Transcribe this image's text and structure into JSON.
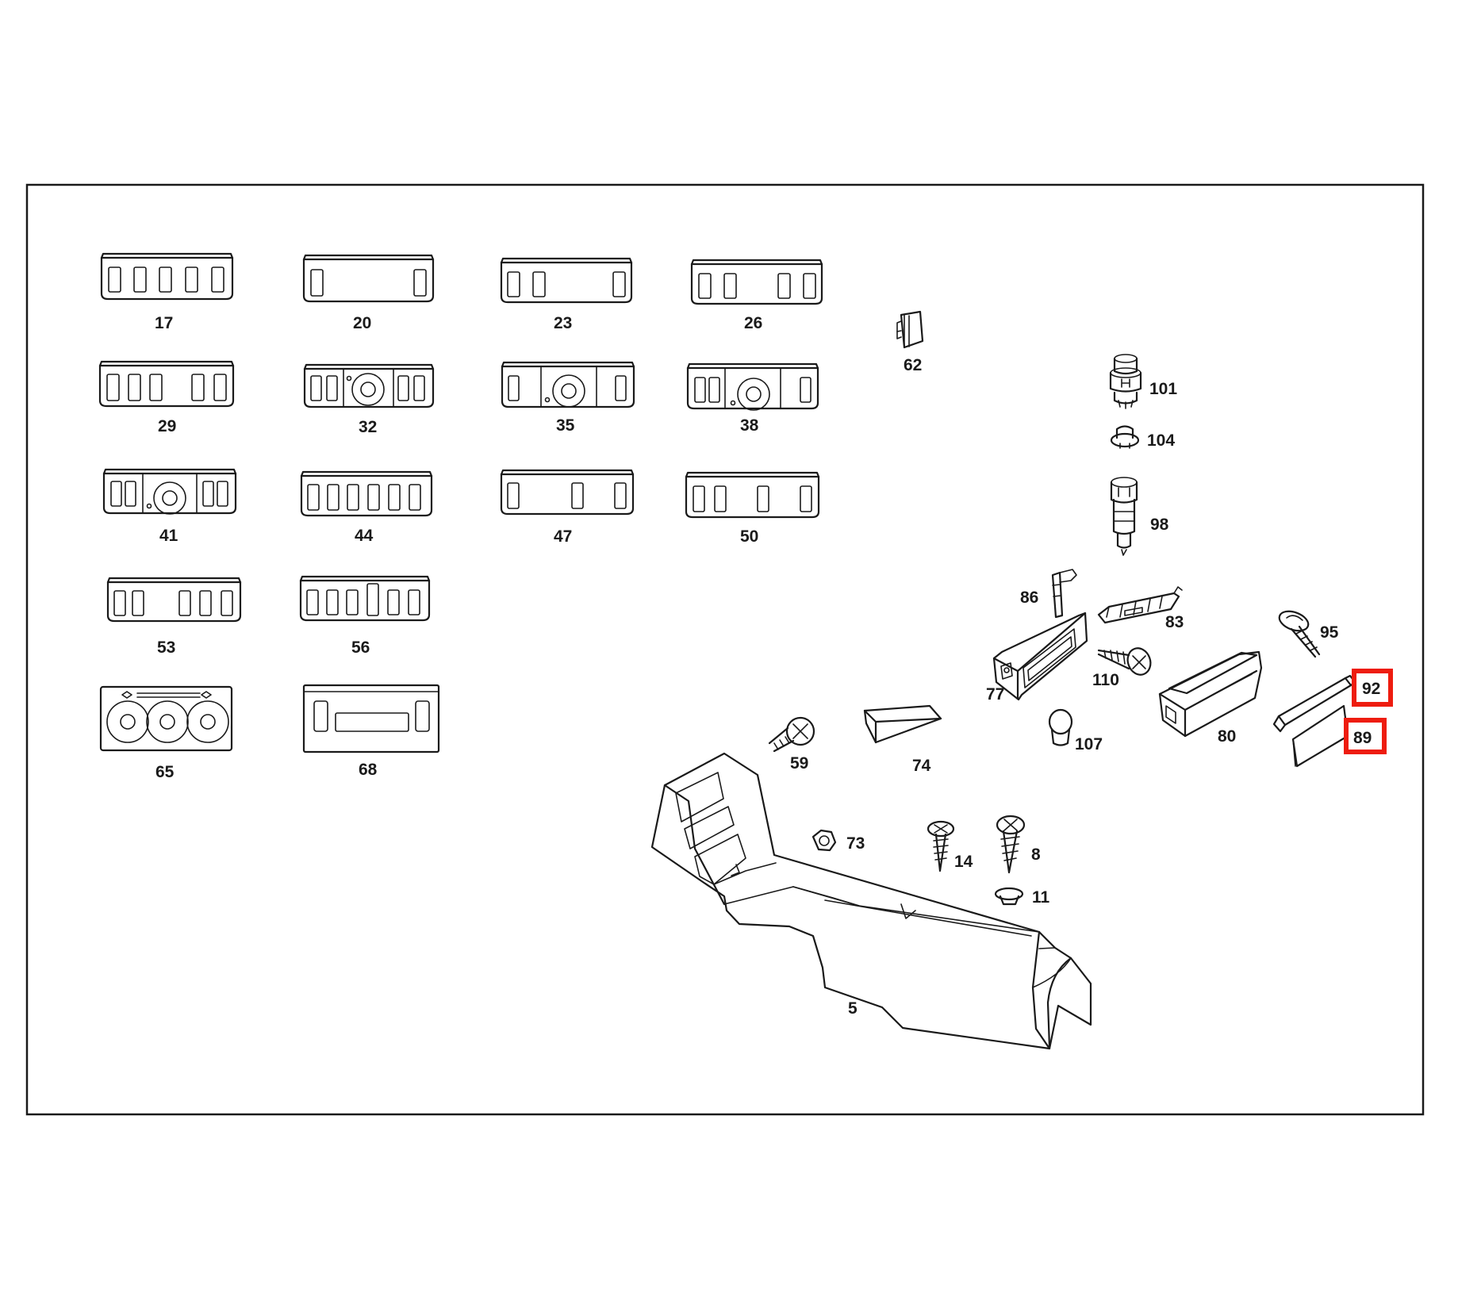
{
  "diagram": {
    "callouts": {
      "p5": "5",
      "p8": "8",
      "p11": "11",
      "p14": "14",
      "p17": "17",
      "p20": "20",
      "p23": "23",
      "p26": "26",
      "p29": "29",
      "p32": "32",
      "p35": "35",
      "p38": "38",
      "p41": "41",
      "p44": "44",
      "p47": "47",
      "p50": "50",
      "p53": "53",
      "p56": "56",
      "p59": "59",
      "p62": "62",
      "p65": "65",
      "p68": "68",
      "p73": "73",
      "p74": "74",
      "p77": "77",
      "p80": "80",
      "p83": "83",
      "p86": "86",
      "p89": "89",
      "p92": "92",
      "p95": "95",
      "p98": "98",
      "p101": "101",
      "p104": "104",
      "p107": "107",
      "p110": "110"
    },
    "highlighted": [
      "92",
      "89"
    ],
    "colors": {
      "line": "#1a1a1a",
      "highlight": "#ee1c0f",
      "background": "#ffffff"
    }
  }
}
